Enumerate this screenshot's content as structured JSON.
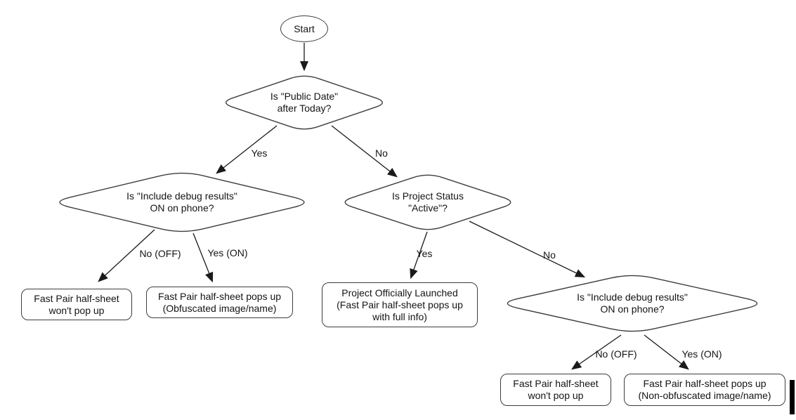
{
  "diagram": {
    "type": "flowchart",
    "background_color": "#ffffff",
    "shape_stroke_color": "#3d3d3d",
    "edge_stroke_color": "#1a1a1a",
    "text_color": "#141414"
  },
  "nodes": {
    "start": {
      "shape": "ellipse",
      "label": "Start"
    },
    "public_date": {
      "shape": "decision",
      "line1": "Is \"Public Date\"",
      "line2": "after Today?"
    },
    "debug_left": {
      "shape": "decision",
      "line1": "Is \"Include debug results\"",
      "line2": "ON on phone?"
    },
    "project_status": {
      "shape": "decision",
      "line1": "Is Project Status",
      "line2": "\"Active\"?"
    },
    "debug_right": {
      "shape": "decision",
      "line1": "Is \"Include debug results\"",
      "line2": "ON on phone?"
    },
    "no_popup_left": {
      "shape": "terminal",
      "line1": "Fast Pair half-sheet",
      "line2": "won't pop up"
    },
    "obfuscated": {
      "shape": "terminal",
      "line1": "Fast Pair half-sheet pops up",
      "line2": "(Obfuscated image/name)"
    },
    "launched": {
      "shape": "terminal",
      "line1": "Project Officially Launched",
      "line2": "(Fast Pair half-sheet pops up",
      "line3": "with full info)"
    },
    "no_popup_right": {
      "shape": "terminal",
      "line1": "Fast Pair half-sheet",
      "line2": "won't pop up"
    },
    "non_obfuscated": {
      "shape": "terminal",
      "line1": "Fast Pair half-sheet pops up",
      "line2": "(Non-obfuscated image/name)"
    }
  },
  "edges": {
    "public_date_yes": {
      "label": "Yes"
    },
    "public_date_no": {
      "label": "No"
    },
    "debug_left_no": {
      "label": "No (OFF)"
    },
    "debug_left_yes": {
      "label": "Yes (ON)"
    },
    "project_status_yes": {
      "label": "Yes"
    },
    "project_status_no": {
      "label": "No"
    },
    "debug_right_no": {
      "label": "No (OFF)"
    },
    "debug_right_yes": {
      "label": "Yes (ON)"
    }
  }
}
